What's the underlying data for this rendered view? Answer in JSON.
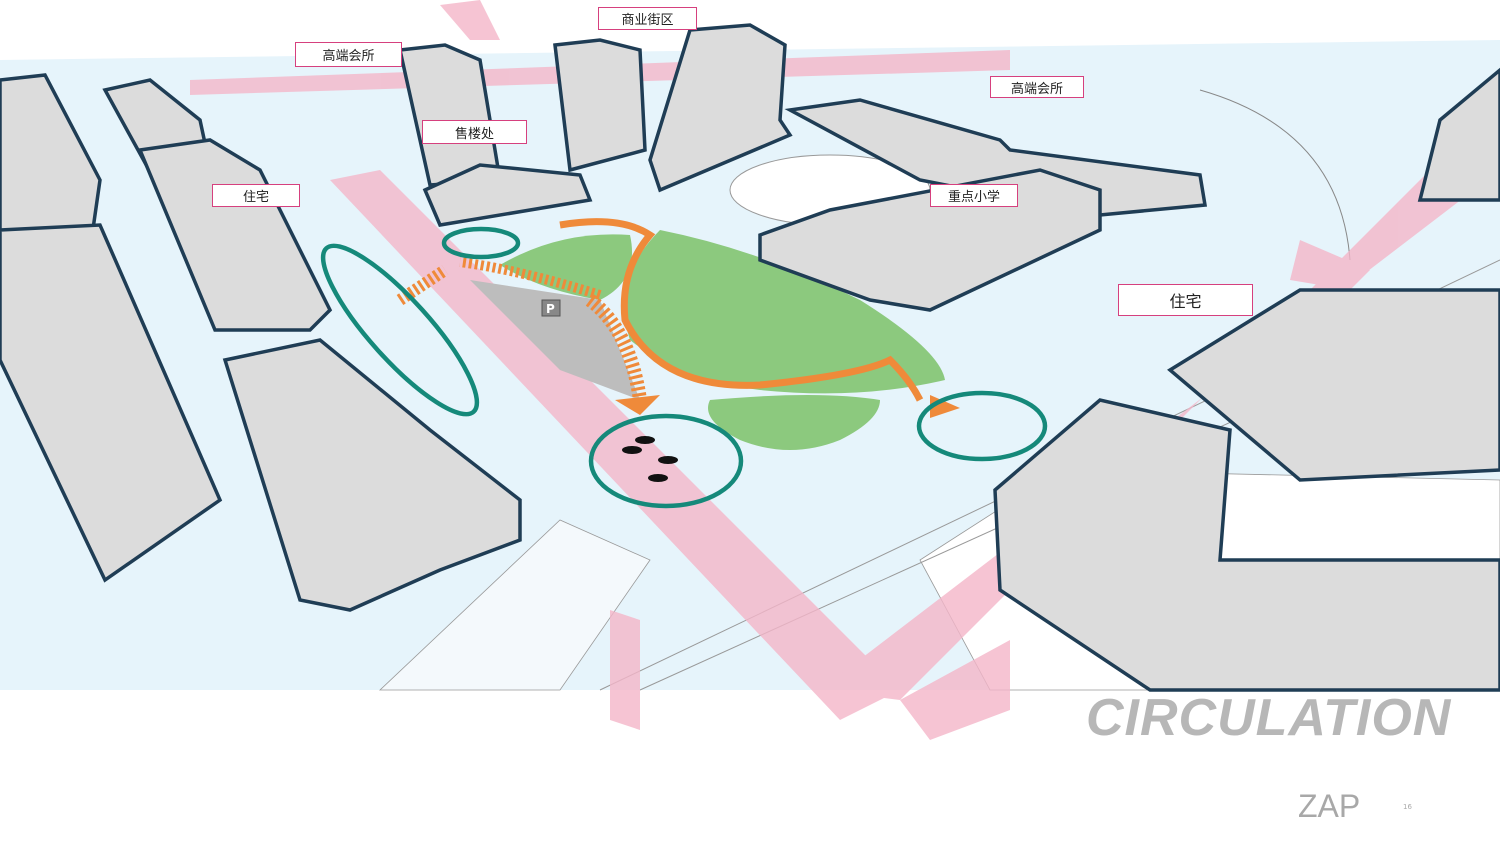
{
  "labels": {
    "club_left": "高端会所",
    "commercial": "商业街区",
    "club_right": "高端会所",
    "sales_office": "售楼处",
    "residential_left": "住宅",
    "school": "重点小学",
    "residential_right": "住宅"
  },
  "parking_sign": "P",
  "title": "CIRCULATION",
  "brand": "ZAP",
  "page_number": "16",
  "colors": {
    "building_outline": "#1f3d55",
    "building_fill": "#dcdcdc",
    "ground": "#e3f3fb",
    "pink_flow": "#f4b6c9",
    "park": "#8cc97e",
    "orange_path": "#ef8a3a",
    "node_ring": "#15897a",
    "title_gray": "#b7b7b7"
  }
}
